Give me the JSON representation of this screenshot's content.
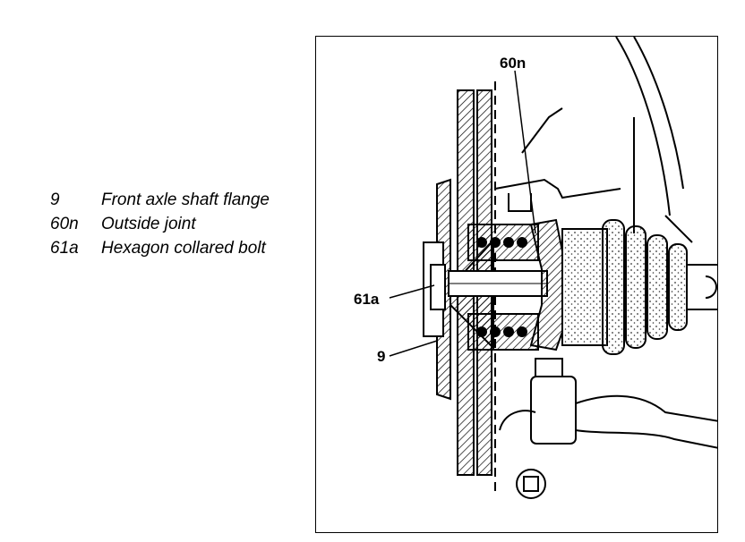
{
  "legend": [
    {
      "number": "9",
      "description": "Front axle shaft flange"
    },
    {
      "number": "60n",
      "description": "Outside joint"
    },
    {
      "number": "61a",
      "description": "Hexagon collared bolt"
    }
  ],
  "callouts": {
    "outside_joint": "60n",
    "collared_bolt": "61a",
    "shaft_flange": "9"
  },
  "colors": {
    "ink": "#000000",
    "paper": "#ffffff",
    "stipple": "#333333"
  }
}
